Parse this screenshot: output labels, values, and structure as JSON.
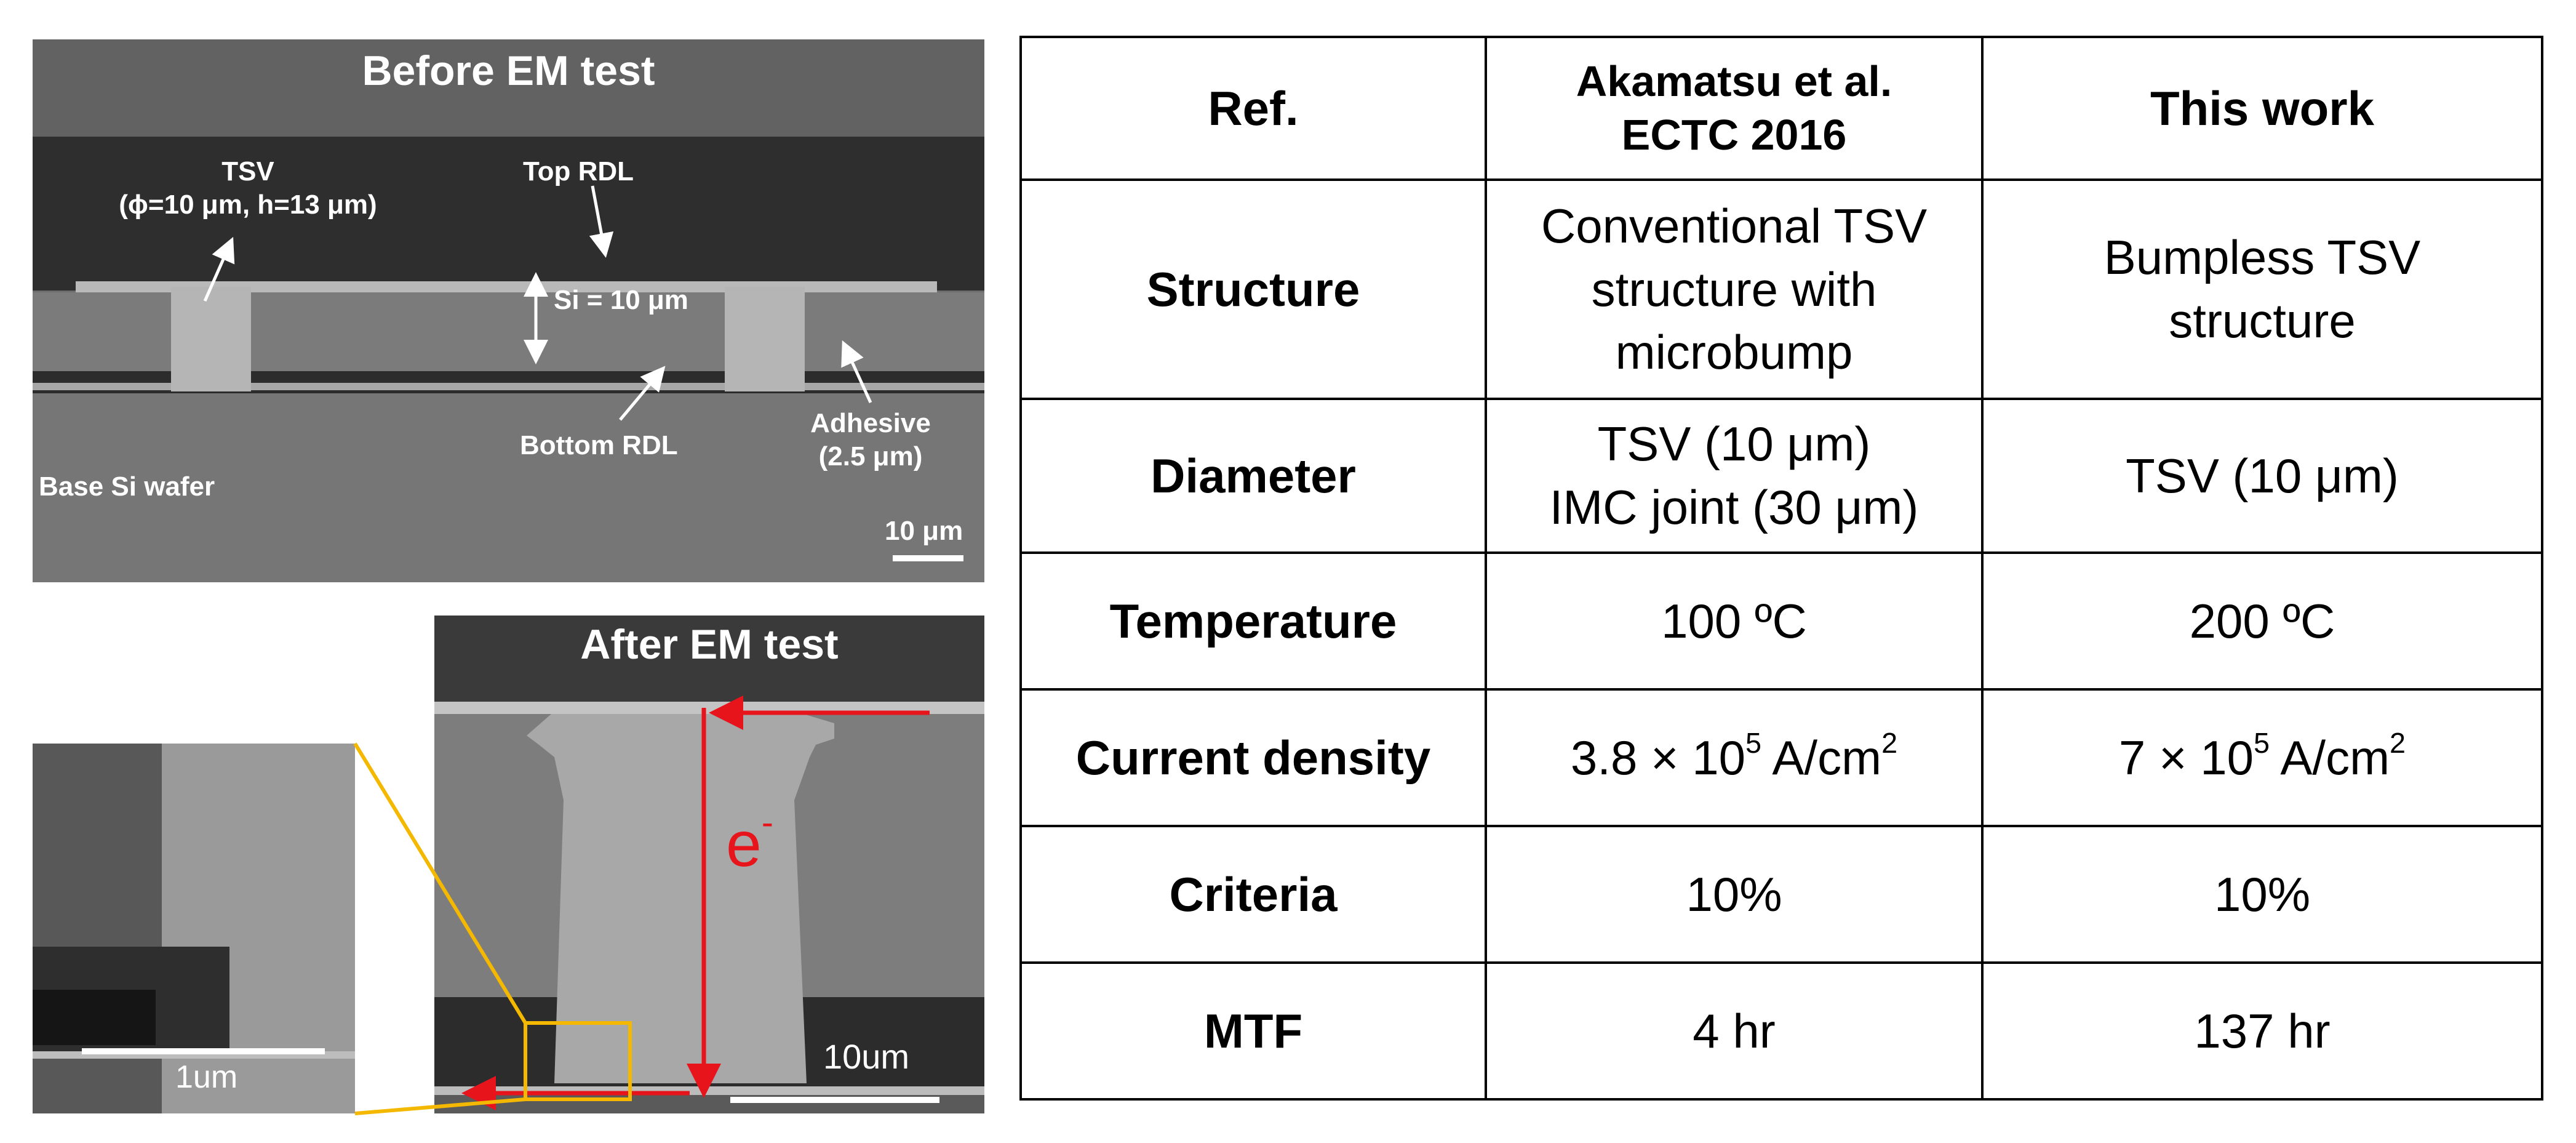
{
  "sem_before": {
    "title": "Before EM test",
    "tsv_label": [
      "TSV",
      "(ϕ=10 μm, h=13 μm)"
    ],
    "top_rdl_label": "Top RDL",
    "si_thickness_label": "Si = 10 μm",
    "bottom_rdl_label": "Bottom RDL",
    "adhesive_label": [
      "Adhesive",
      "(2.5 μm)"
    ],
    "base_wafer_label": "Base Si wafer",
    "scale_bar_label": "10 μm"
  },
  "sem_after": {
    "title": "After EM test",
    "electron_label": "e",
    "electron_sup": "-",
    "scale_bar_label": "10um"
  },
  "sem_zoom": {
    "scale_bar_label": "1um"
  },
  "table": {
    "header": {
      "ref": "Ref.",
      "prior_line1": "Akamatsu et al.",
      "prior_line2": "ECTC 2016",
      "this_work": "This work"
    },
    "rows": [
      {
        "label": "Structure",
        "prior": [
          "Conventional TSV",
          "structure with",
          "microbump"
        ],
        "this": [
          "Bumpless TSV",
          "structure"
        ]
      },
      {
        "label": "Diameter",
        "prior": [
          "TSV (10 μm)",
          "IMC joint (30 μm)"
        ],
        "this": [
          "TSV (10 μm)"
        ]
      },
      {
        "label": "Temperature",
        "prior": [
          "100 ºC"
        ],
        "this": [
          "200 ºC"
        ]
      },
      {
        "label": "Current density",
        "prior_base": "3.8 × 10",
        "prior_exp": "5",
        "prior_unit": " A/cm",
        "prior_unit_exp": "2",
        "this_base": "7 × 10",
        "this_exp": "5",
        "this_unit": " A/cm",
        "this_unit_exp": "2"
      },
      {
        "label": "Criteria",
        "prior": [
          "10%"
        ],
        "this": [
          "10%"
        ]
      },
      {
        "label": "MTF",
        "prior": [
          "4 hr"
        ],
        "this": [
          "137 hr"
        ]
      }
    ]
  },
  "colors": {
    "arrow_red": "#e8141b",
    "highlight_yellow": "#f5b800",
    "sem_text": "#ffffff",
    "table_border": "#000000"
  }
}
